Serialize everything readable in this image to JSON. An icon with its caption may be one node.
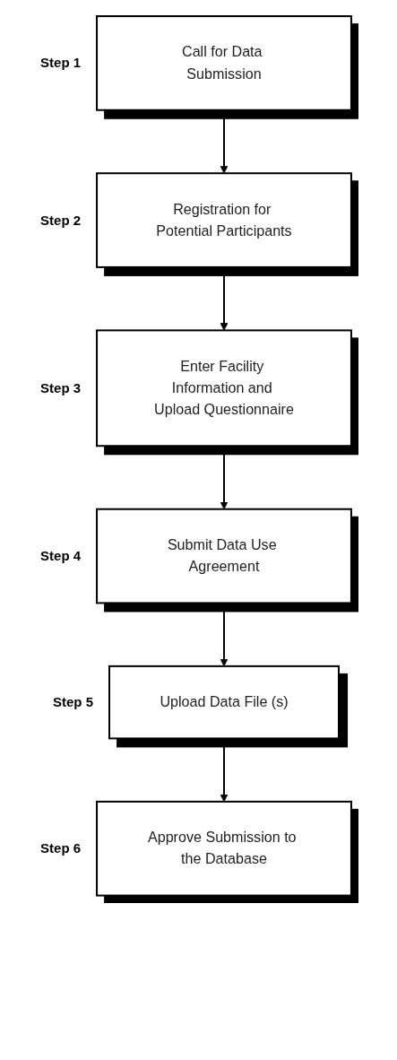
{
  "diagram": {
    "nodes": [
      {
        "text": [
          "Call for Data Submission"
        ],
        "beside": [
          "Step 1"
        ]
      },
      {
        "text": [
          "Registration for Potential Participants"
        ],
        "beside": [
          "Step 2"
        ]
      },
      {
        "text": [
          "Enter Facility Information and Upload Questionnaire"
        ],
        "beside": [
          "Step 3"
        ]
      },
      {
        "text": [
          "Submit Data Use Agreement"
        ],
        "beside": [
          "Step 4"
        ]
      },
      {
        "text": [
          "Upload Data File (s)"
        ],
        "beside": [
          "Step 5"
        ]
      },
      {
        "text": [
          "Approve Submission to the Database"
        ],
        "beside": [
          "Step 6"
        ]
      }
    ],
    "edges": [
      {
        "from": 0,
        "to": 1,
        "arrow": "to"
      },
      {
        "from": 1,
        "to": 2,
        "arrow": "to"
      },
      {
        "from": 2,
        "to": 3,
        "arrow": "to"
      },
      {
        "from": 3,
        "to": 4,
        "arrow": "to"
      },
      {
        "from": 4,
        "to": 5,
        "arrow": "to"
      }
    ]
  }
}
